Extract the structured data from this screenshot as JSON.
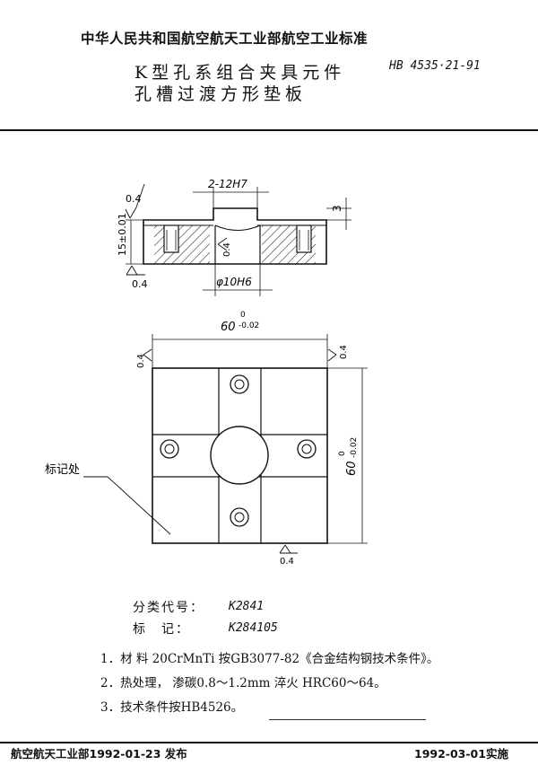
{
  "header": {
    "organization": "中华人民共和国航空航天工业部航空工业标准",
    "title_line1": "K型孔系组合夹具元件",
    "title_line2": "孔槽过渡方形垫板",
    "standard_number": "HB 4535·21-91"
  },
  "drawing": {
    "slot_dim": "2-12H7",
    "depth_dim": "3",
    "height_dim": "15±0.01",
    "roughness_04": "0.4",
    "hole_dim": "φ10H6",
    "width_dim": "60",
    "tol_upper": "0",
    "tol_lower": "-0.02",
    "height_dim_plan": "60",
    "marking_label": "标记处"
  },
  "classification": {
    "code_label": "分类代号：",
    "code_value": "K2841",
    "mark_label": "标　记：",
    "mark_value": "K284105"
  },
  "notes": [
    "1．材  料  20CrMnTi  按GB3077-82《合金结构钢技术条件》。",
    "2．热处理，  渗碳0.8～1.2mm  淬火 HRC60～64。",
    "3．技术条件按HB4526。"
  ],
  "footer": {
    "left": "航空航天工业部1992-01-23  发布",
    "right": "1992-03-01实施"
  }
}
